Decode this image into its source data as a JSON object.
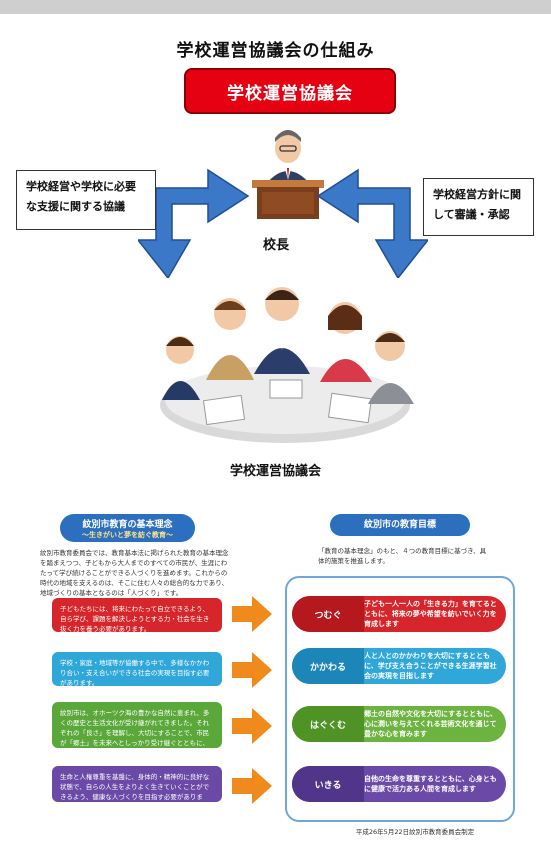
{
  "title": "学校運営協議会の仕組み",
  "council_box": "学校運営協議会",
  "left_box": "学校経営や学校に必要な支援に関する協議",
  "right_box": "学校経営方針に関して審議・承認",
  "principal_label": "校長",
  "council_label": "学校運営協議会",
  "poster": {
    "left_title": "紋別市教育の基本理念",
    "left_subtitle": "～生きがいと夢を紡ぐ教育～",
    "left_intro": "紋別市教育委員会では、教育基本法に掲げられた教育の基本理念を踏まえつつ、子どもから大人までのすべての市民が、生涯にわたって学び続けることができる人づくりを進めます。これからの時代の地域を支えるのは、そこに住む人々の総合的な力であり、地域づくりの基本となるのは「人づくり」です。",
    "left_cards": [
      {
        "text": "子どもたちには、将来にわたって自立できるよう、自ら学び、課題を解決しようとする力・社会を生き抜く力を養う必要があります。",
        "color": "#d6262b"
      },
      {
        "text": "学校・家庭・地域等が協働する中で、多様なかかわり合い・支え合いができる社会の実現を目指す必要があります。",
        "color": "#2fa7d9"
      },
      {
        "text": "紋別市は、オホーツク海の豊かな自然に恵まれ、多くの歴史と生活文化が受け継がれてきました。それぞれの「良さ」を理解し、大切にすることで、市民が「郷土」を未来へとしっかり受け継ぐとともに、新たな価値を創造していく必要があります。",
        "color": "#5aa83a"
      },
      {
        "text": "生命と人権尊重を基盤に、身体的・精神的に良好な状態で、自らの人生をよりよく生きていくことができるよう、健康な人づくりを目指す必要があります。",
        "color": "#6a4aa6"
      }
    ],
    "right_title": "紋別市の教育目標",
    "right_intro": "「教育の基本理念」のもと、４つの教育目標に基づき、具体的施策を推進します。",
    "goals": [
      {
        "key": "つむぐ",
        "text": "子ども一人一人の「生きる力」を育てるとともに、将来の夢や希望を紡いでいく力を育成します",
        "color": "#d6262b",
        "key_color": "#b5181d"
      },
      {
        "key": "かかわる",
        "text": "人と人とのかかわりを大切にするとともに、学び支え合うことができる生涯学習社会の実現を目指します",
        "color": "#2fa7d9",
        "key_color": "#1d86b8"
      },
      {
        "key": "はぐくむ",
        "text": "郷土の自然や文化を大切にするとともに、心に潤いを与えてくれる芸術文化を通じて豊かな心を育みます",
        "color": "#6cb33f",
        "key_color": "#4f9225"
      },
      {
        "key": "いきる",
        "text": "自他の生命を尊重するとともに、心身ともに健康で活力ある人間を育成します",
        "color": "#6a4aa6",
        "key_color": "#51358a"
      }
    ],
    "footnote": "平成26年5月22日紋別市教育委員会制定"
  },
  "colors": {
    "council_red": "#e50012",
    "arrow_blue": "#3c78c8",
    "arrow_orange": "#f08a1c",
    "panel_border": "#6fa7dc",
    "pill_blue": "#2c6fbf"
  }
}
